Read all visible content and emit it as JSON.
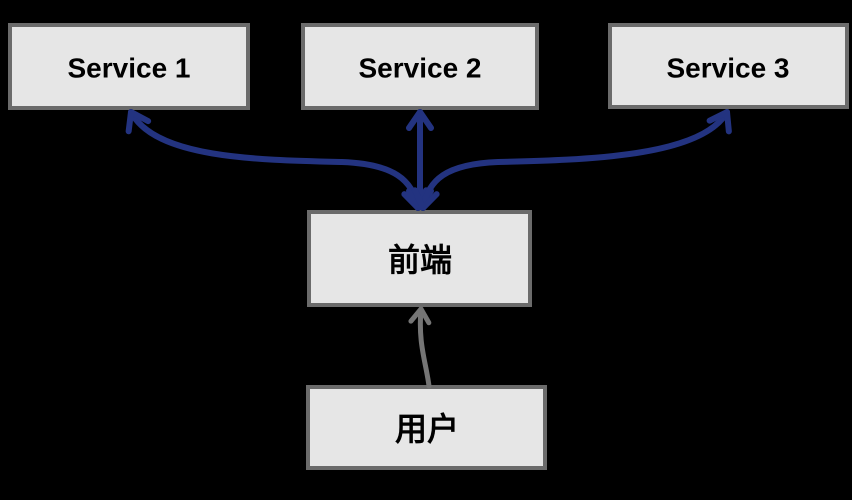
{
  "colors": {
    "background": "#000000",
    "node_fill": "#e6e6e6",
    "node_border": "#6b6b6b",
    "text": "#000000",
    "edge_blue": "#233380",
    "edge_gray": "#757575"
  },
  "diagram": {
    "nodes": [
      {
        "id": "service1",
        "label": "Service 1"
      },
      {
        "id": "service2",
        "label": "Service 2"
      },
      {
        "id": "service3",
        "label": "Service 3"
      },
      {
        "id": "frontend",
        "label": "前端"
      },
      {
        "id": "user",
        "label": "用户"
      }
    ],
    "edges": [
      {
        "from": "前端",
        "to": "Service 1",
        "style": "curved",
        "arrows": "both",
        "color": "#233380"
      },
      {
        "from": "前端",
        "to": "Service 2",
        "style": "straight",
        "arrows": "both",
        "color": "#233380"
      },
      {
        "from": "前端",
        "to": "Service 3",
        "style": "curved",
        "arrows": "both",
        "color": "#233380"
      },
      {
        "from": "用户",
        "to": "前端",
        "style": "curved",
        "arrows": "end",
        "color": "#757575"
      }
    ]
  }
}
